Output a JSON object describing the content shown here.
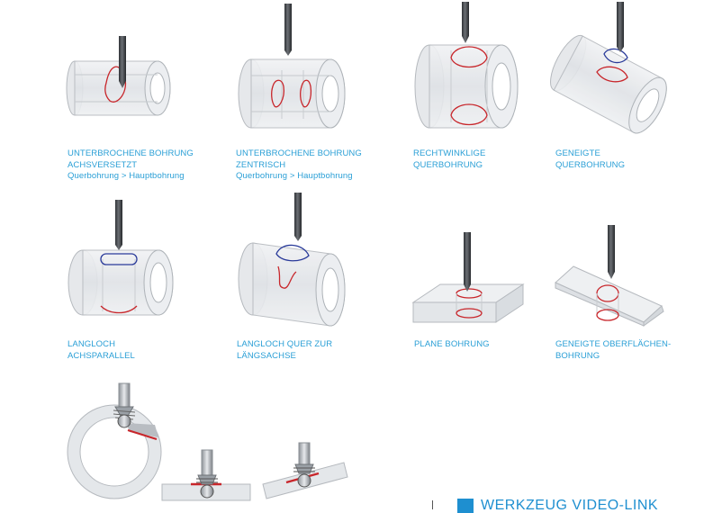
{
  "items": [
    {
      "line1": "UNTERBROCHENE BOHRUNG",
      "line2": "ACHSVERSETZT",
      "line3": "Querbohrung > Hauptbohrung"
    },
    {
      "line1": "UNTERBROCHENE BOHRUNG",
      "line2": "ZENTRISCH",
      "line3": "Querbohrung > Hauptbohrung"
    },
    {
      "line1": "RECHTWINKLIGE",
      "line2": "QUERBOHRUNG",
      "line3": ""
    },
    {
      "line1": "GENEIGTE",
      "line2": "QUERBOHRUNG",
      "line3": ""
    },
    {
      "line1": "LANGLOCH",
      "line2": "ACHSPARALLEL",
      "line3": ""
    },
    {
      "line1": "LANGLOCH QUER ZUR",
      "line2": "LÄNGSACHSE",
      "line3": ""
    },
    {
      "line1": "PLANE BOHRUNG",
      "line2": "",
      "line3": ""
    },
    {
      "line1": "GENEIGTE OBERFLÄCHEN-",
      "line2": "BOHRUNG",
      "line3": ""
    }
  ],
  "video_link": {
    "label": "WERKZEUG VIDEO-LINK"
  },
  "colors": {
    "accent": "#2a9fd6",
    "link": "#1e8fd0",
    "curve_red": "#c8262b",
    "curve_blue": "#2a3b9a"
  }
}
